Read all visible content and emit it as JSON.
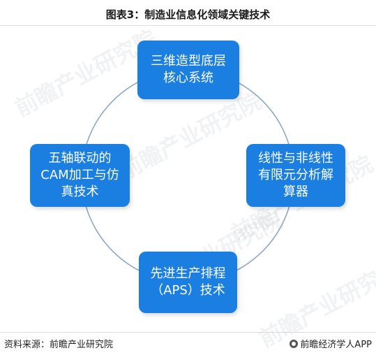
{
  "title": "图表3：制造业信息化领域关键技术",
  "nodes": {
    "top": "三维造型底层\n核心系统",
    "right": "线性与非线性\n有限元分析解\n算器",
    "bottom": "先进生产排程\n（APS）技术",
    "left": "五轴联动的\nCAM加工与仿\n真技术"
  },
  "footer": {
    "source": "资料来源：前瞻产业研究院",
    "credit": "前瞻经济学人APP"
  },
  "watermark": "前瞻产业研究院",
  "colors": {
    "node_fill": "#1a7fe0",
    "ring": "#8aa9c4"
  }
}
